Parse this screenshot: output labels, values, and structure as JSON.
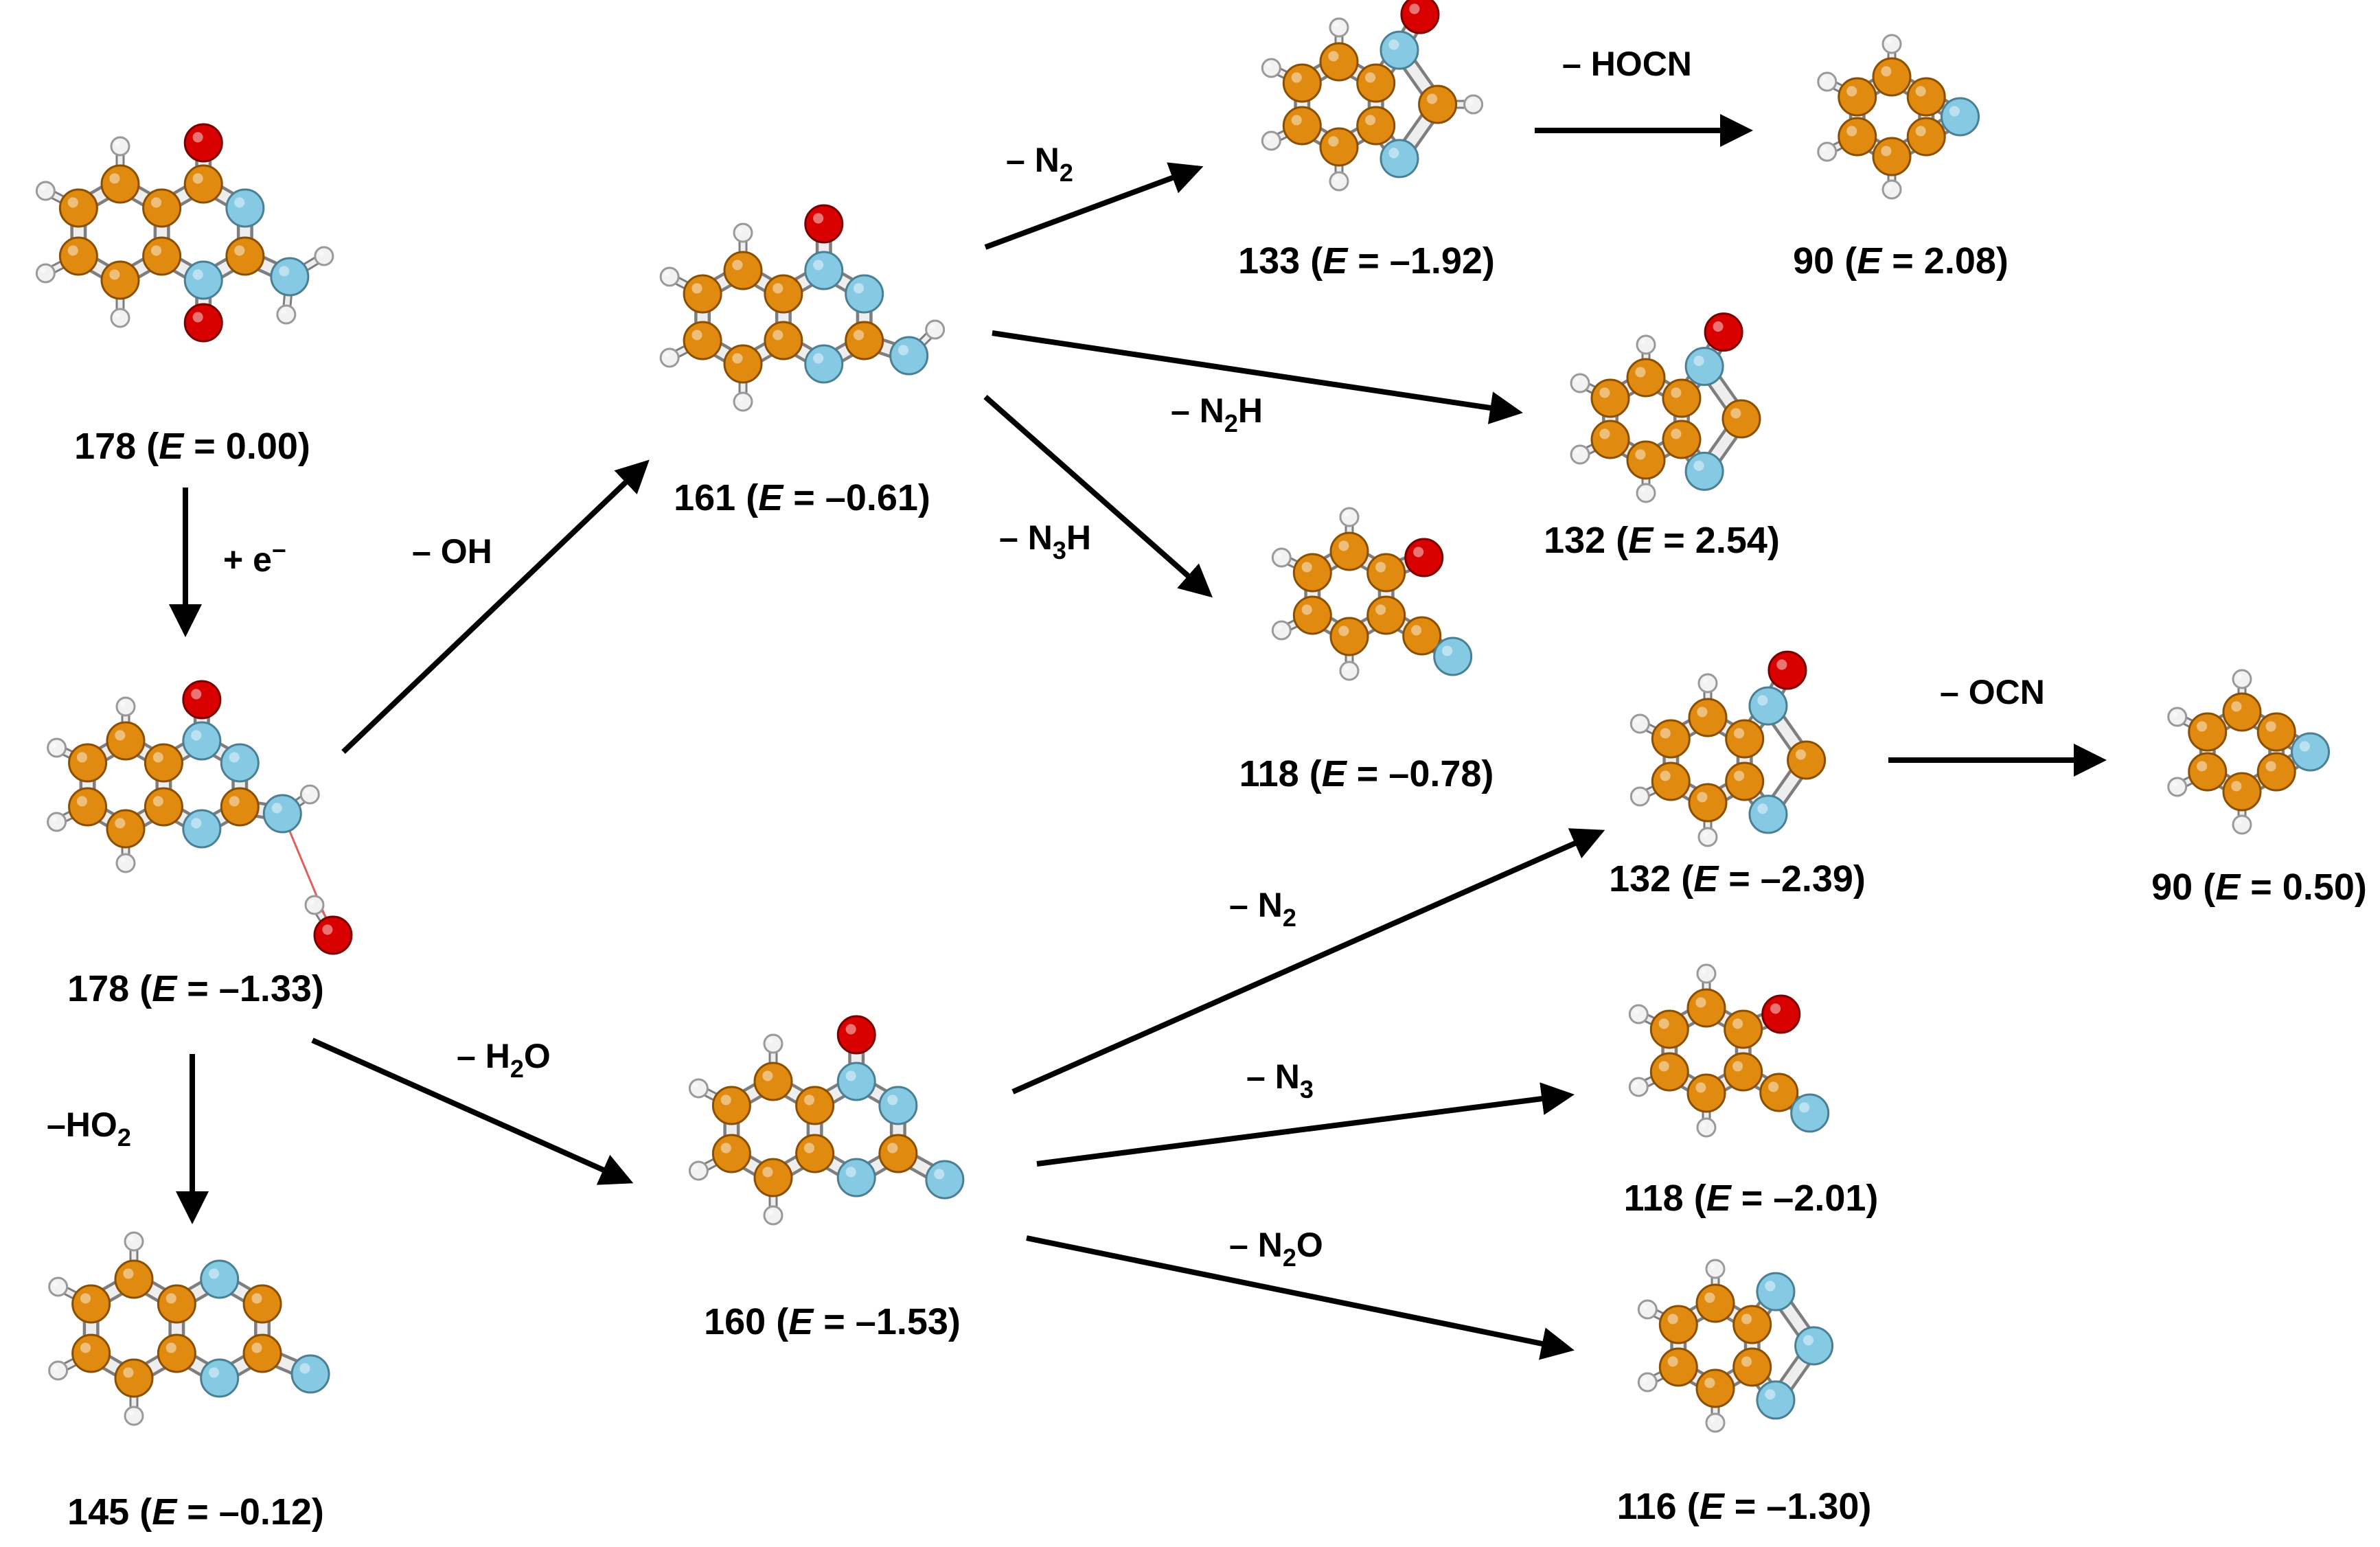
{
  "colors": {
    "carbon": "#E08A10",
    "nitrogen": "#86C9E3",
    "oxygen": "#D90000",
    "hydrogen": "#F2F2F2",
    "arrow": "#000000"
  },
  "species": {
    "m178a": {
      "mass": "178",
      "E": "0.00"
    },
    "m178b": {
      "mass": "178",
      "E": "–1.33"
    },
    "m145": {
      "mass": "145",
      "E": "–0.12"
    },
    "m161": {
      "mass": "161",
      "E": "–0.61"
    },
    "m160": {
      "mass": "160",
      "E": "–1.53"
    },
    "m133": {
      "mass": "133",
      "E": "–1.92"
    },
    "m90a": {
      "mass": "90",
      "E": "2.08"
    },
    "m132a": {
      "mass": "132",
      "E": "2.54"
    },
    "m118a": {
      "mass": "118",
      "E": "–0.78"
    },
    "m132b": {
      "mass": "132",
      "E": "–2.39"
    },
    "m90b": {
      "mass": "90",
      "E": "0.50"
    },
    "m118b": {
      "mass": "118",
      "E": "–2.01"
    },
    "m116": {
      "mass": "116",
      "E": "–1.30"
    }
  },
  "losses": {
    "e": {
      "main": "+ e",
      "sup": "−"
    },
    "oh": {
      "main": "– OH"
    },
    "ho2": {
      "main": "–HO",
      "sub": "2"
    },
    "h2o": {
      "main": "– H",
      "sub": "2",
      "tail": "O"
    },
    "n2a": {
      "main": "– N",
      "sub": "2"
    },
    "hocn": {
      "main": "– HOCN"
    },
    "n2h": {
      "main": "– N",
      "sub": "2",
      "tail": "H"
    },
    "n3h": {
      "main": "– N",
      "sub": "3",
      "tail": "H"
    },
    "ocn": {
      "main": "– OCN"
    },
    "n2b": {
      "main": "– N",
      "sub": "2"
    },
    "n3": {
      "main": "– N",
      "sub": "3"
    },
    "n2o": {
      "main": "– N",
      "sub": "2",
      "tail": "O"
    }
  }
}
